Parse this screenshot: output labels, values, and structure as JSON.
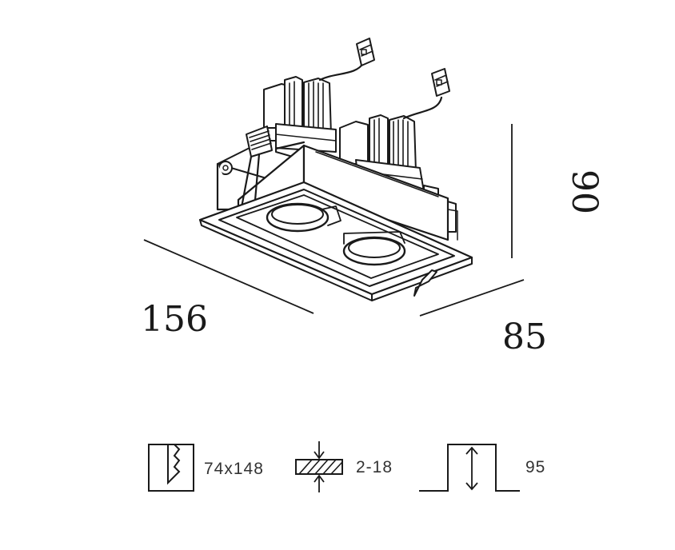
{
  "dimensions": {
    "length": "156",
    "width": "85",
    "height": "90"
  },
  "specs": {
    "cutout": {
      "icon": "cutout-icon",
      "value": "74x148"
    },
    "ceiling_thickness": {
      "icon": "ceiling-thickness-icon",
      "value": "2-18"
    },
    "recess_depth": {
      "icon": "recess-depth-icon",
      "value": "95"
    }
  },
  "colors": {
    "line": "#1a1a1a",
    "text": "#333333",
    "background": "#ffffff"
  }
}
